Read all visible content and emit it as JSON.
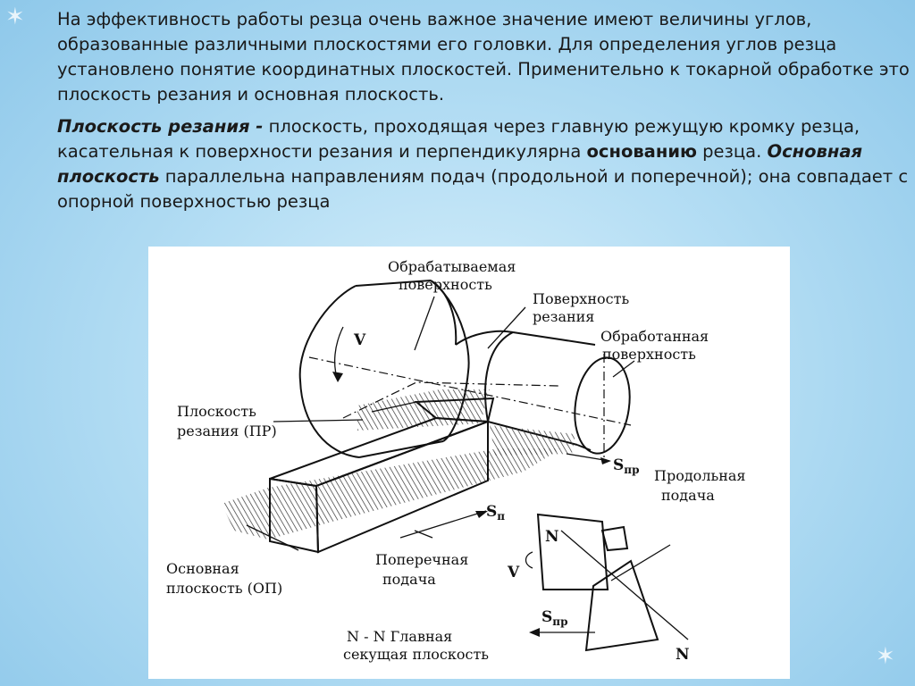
{
  "paragraph1": "На эффективность  работы резца  очень важное значение имеют  величины углов, образованные различными плоскостями его головки. Для определения углов резца  установлено понятие координатных плоскостей. Применительно к токарной обработке это плоскость резания и основная плоскость.",
  "paragraph2": {
    "term1": "Плоскость резания -",
    "text1": "  плоскость, проходящая через главную режущую кромку резца, касательная к поверхности резания и перпендикулярна ",
    "bold1": "основанию",
    "text2": " резца.  ",
    "term2": "Основная плоскость",
    "text3": "   параллельна направлениям подач (продольной и поперечной); она совпадает с опорной  поверхностью резца"
  },
  "figure": {
    "label_workpiece_surface": [
      "Обрабатываемая",
      "поверхность"
    ],
    "label_cutting_surface": [
      "Поверхность",
      "резания"
    ],
    "label_machined_surface": [
      "Обработанная",
      "поверхность"
    ],
    "label_cutting_plane": [
      "Плоскость",
      "резания (ПР)"
    ],
    "label_longitudinal_feed": [
      "Продольная",
      "подача"
    ],
    "label_base_plane": [
      "Основная",
      "плоскость (ОП)"
    ],
    "label_cross_feed": [
      "Поперечная",
      "подача"
    ],
    "label_main_secant": [
      "N - N Главная",
      "секущая плоскость"
    ],
    "symbol_v": "V",
    "symbol_s": "S",
    "sub_pr": "пр",
    "sub_p": "п",
    "symbol_n": "N"
  }
}
